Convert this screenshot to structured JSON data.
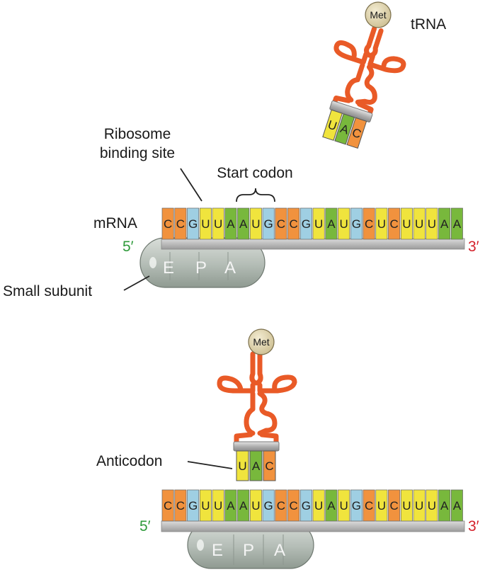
{
  "colors": {
    "A": "#78b83c",
    "C": "#f1923e",
    "G": "#9fcfe3",
    "U": "#f0e43d",
    "trna": "#e95a27",
    "backbone": "#b9b9b9",
    "ribosome": "#b9c2bb",
    "ends_5prime": "#2e9a3a",
    "ends_3prime": "#d4202a"
  },
  "mrna_sequence": [
    "C",
    "C",
    "G",
    "U",
    "U",
    "A",
    "A",
    "U",
    "G",
    "C",
    "C",
    "G",
    "U",
    "A",
    "U",
    "G",
    "C",
    "U",
    "C",
    "U",
    "U",
    "U",
    "A",
    "A"
  ],
  "top_panel": {
    "trna_label": "tRNA",
    "amino_acid": "Met",
    "anticodon_bases": [
      "U",
      "A",
      "C"
    ],
    "label_ribosome_binding_site": [
      "Ribosome",
      "binding site"
    ],
    "label_start_codon": "Start codon",
    "label_mrna": "mRNA",
    "label_small_subunit": "Small subunit",
    "end_5": "5′",
    "end_3": "3′",
    "ribosome_sites": [
      "E",
      "P",
      "A"
    ]
  },
  "bottom_panel": {
    "amino_acid": "Met",
    "anticodon_bases": [
      "U",
      "A",
      "C"
    ],
    "label_anticodon": "Anticodon",
    "end_5": "5′",
    "end_3": "3′",
    "ribosome_sites": [
      "E",
      "P",
      "A"
    ]
  }
}
